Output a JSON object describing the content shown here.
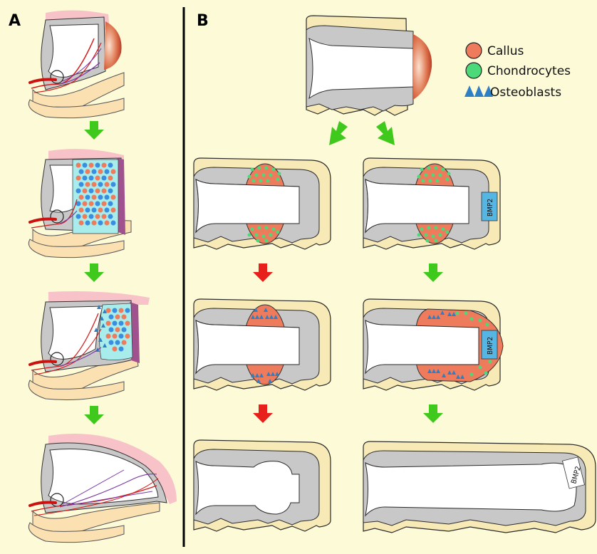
{
  "panels": {
    "a": "A",
    "b": "B"
  },
  "legend": {
    "callus": "Callus",
    "chondrocytes": "Chondrocytes",
    "osteoblasts": "Osteoblasts"
  },
  "labels": {
    "bmp2_r1": "BMP2",
    "bmp2_r2": "BMP2",
    "bmp2_r3": "BMP2"
  },
  "colors": {
    "background": "#fdfad8",
    "bone": "#c8c8c8",
    "skin": "#f7eab6",
    "callus": "#ef7b5d",
    "chondrocytes": "#4cd97a",
    "osteoblasts": "#2f7fc4",
    "blastema": "#a9ecec",
    "arrow_green": "#3fc91c",
    "arrow_red": "#e8201b",
    "bmp_bead": "#55b6e4"
  },
  "icons": [
    "callus-icon",
    "chondrocyte-icon",
    "osteoblast-icon"
  ]
}
